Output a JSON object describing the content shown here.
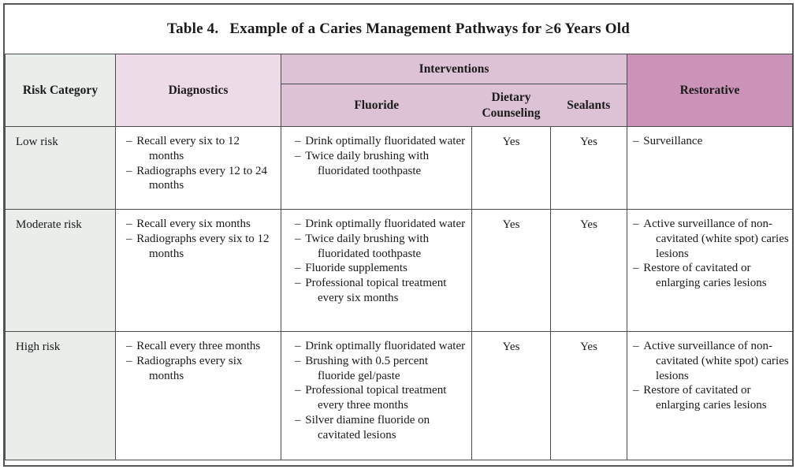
{
  "title": {
    "label": "Table 4.",
    "text": "Example of a Caries Management Pathways for ≥6 Years Old"
  },
  "header": {
    "risk_category": "Risk Category",
    "diagnostics": "Diagnostics",
    "interventions": "Interventions",
    "fluoride": "Fluoride",
    "dietary_counseling": "Dietary Counseling",
    "sealants": "Sealants",
    "restorative": "Restorative"
  },
  "bullet": "–",
  "rows": [
    {
      "risk": "Low risk",
      "diagnostics": [
        "Recall every six to 12 months",
        "Radiographs every 12 to 24 months"
      ],
      "fluoride": [
        "Drink optimally fluoridated water",
        "Twice daily brushing with fluoridated toothpaste"
      ],
      "dietary_counseling": "Yes",
      "sealants": "Yes",
      "restorative": [
        "Surveillance"
      ]
    },
    {
      "risk": "Moderate risk",
      "diagnostics": [
        "Recall every six months",
        "Radiographs every six to 12 months"
      ],
      "fluoride": [
        "Drink optimally fluoridated water",
        "Twice daily brushing with fluoridated toothpaste",
        "Fluoride supplements",
        "Professional topical treatment every six months"
      ],
      "dietary_counseling": "Yes",
      "sealants": "Yes",
      "restorative": [
        "Active surveillance of non-cavitated (white spot) caries lesions",
        "Restore of cavitated or enlarging caries lesions"
      ]
    },
    {
      "risk": "High risk",
      "diagnostics": [
        "Recall every three months",
        "Radiographs every six months"
      ],
      "fluoride": [
        "Drink optimally fluoridated water",
        "Brushing with 0.5 percent fluoride gel/paste",
        "Professional topical treatment every three months",
        "Silver diamine fluoride on cavitated lesions"
      ],
      "dietary_counseling": "Yes",
      "sealants": "Yes",
      "restorative": [
        "Active surveillance of non-cavitated (white spot) caries lesions",
        "Restore of cavitated or enlarging caries lesions"
      ]
    }
  ],
  "colors": {
    "risk_col_bg": "#e9eeeb",
    "diagnostics_bg": "#eddce8",
    "interventions_bg": "#ddc2d6",
    "restorative_bg": "#cb93b8",
    "border": "#4b4b4d",
    "frame": "#55565a",
    "text": "#1a1a1a"
  }
}
